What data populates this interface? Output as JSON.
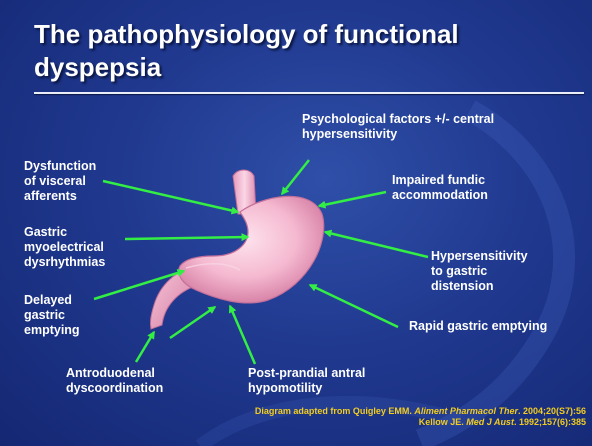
{
  "slide": {
    "title": "The pathophysiology of functional dyspepsia"
  },
  "labels": {
    "psychological": "Psychological factors +/- central hypersensitivity",
    "visceral": "Dysfunction of visceral afferents",
    "fundic": "Impaired fundic accommodation",
    "myoelectrical": "Gastric myoelectrical dysrhythmias",
    "hypersensitivity": "Hypersensitivity to gastric distension",
    "delayed": "Delayed gastric emptying",
    "rapid": "Rapid gastric emptying",
    "antroduodenal": "Antroduodenal dyscoordination",
    "postprandial": "Post-prandial antral hypomotility"
  },
  "label_lines": {
    "psychological": [
      "Psychological factors +/- central",
      "hypersensitivity"
    ],
    "visceral": [
      "Dysfunction",
      "of visceral",
      "afferents"
    ],
    "fundic": [
      "Impaired fundic",
      "accommodation"
    ],
    "myoelectrical": [
      "Gastric",
      "myoelectrical",
      "dysrhythmias"
    ],
    "hypersensitivity": [
      "Hypersensitivity",
      "to gastric",
      "distension"
    ],
    "delayed": [
      "Delayed",
      "gastric",
      "emptying"
    ],
    "rapid": [
      "Rapid gastric emptying"
    ],
    "antroduodenal": [
      "Antroduodenal",
      "dyscoordination"
    ],
    "postprandial": [
      "Post-prandial antral",
      "hypomotility"
    ]
  },
  "citation": {
    "line1_prefix": "Diagram adapted from Quigley EMM. ",
    "line1_journal": "Aliment Pharmacol Ther",
    "line1_suffix": ". 2004;20(S7):56",
    "line2_prefix": "Kellow JE. ",
    "line2_journal": "Med J Aust",
    "line2_suffix": ". 1992;157(6):385"
  },
  "colors": {
    "background": "#20398f",
    "text": "#ffffff",
    "arrow": "#33ee44",
    "citation": "#f2cc1f",
    "stomach": "#f5b9d0"
  },
  "illustration": "stomach"
}
